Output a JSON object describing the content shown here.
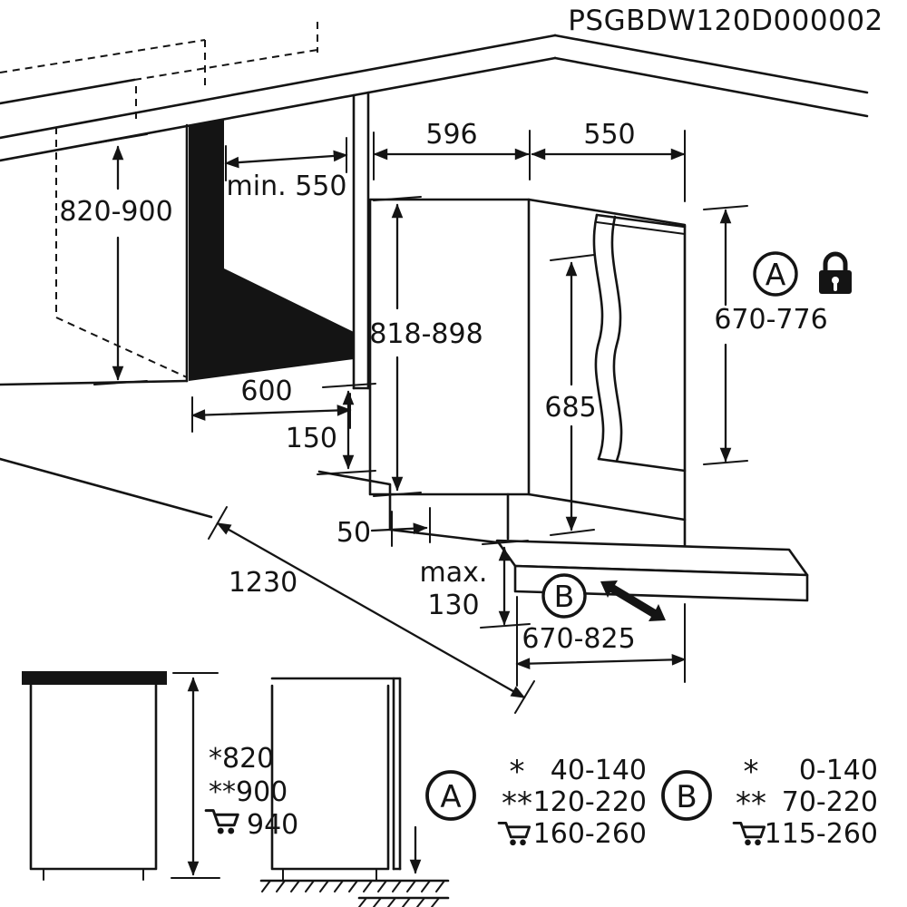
{
  "title": "PSGBDW120D000002",
  "colors": {
    "ink": "#141414",
    "background": "#ffffff"
  },
  "niche": {
    "height": "820-900",
    "min_depth": "min. 550",
    "width": "600"
  },
  "unit": {
    "width": "596",
    "top_depth": "550",
    "height": "818-898",
    "door_height": "685",
    "panel_height": "670-776"
  },
  "install": {
    "plinth": "150",
    "side_gap": "50",
    "total_depth": "1230",
    "max_label": "max.",
    "max_value": "130",
    "door_open": "670-825"
  },
  "markers": {
    "a": "A",
    "b": "B"
  },
  "symbols": {
    "star": "*",
    "double_star": "**"
  },
  "side_view": {
    "star_height": "*820",
    "double_star_height": "**900",
    "cart_height": "940"
  },
  "legend": {
    "a": {
      "label": "A",
      "star": "40-140",
      "double_star": "120-220",
      "cart": "160-260"
    },
    "b": {
      "label": "B",
      "star": "0-140",
      "double_star": "70-220",
      "cart": "115-260"
    }
  }
}
